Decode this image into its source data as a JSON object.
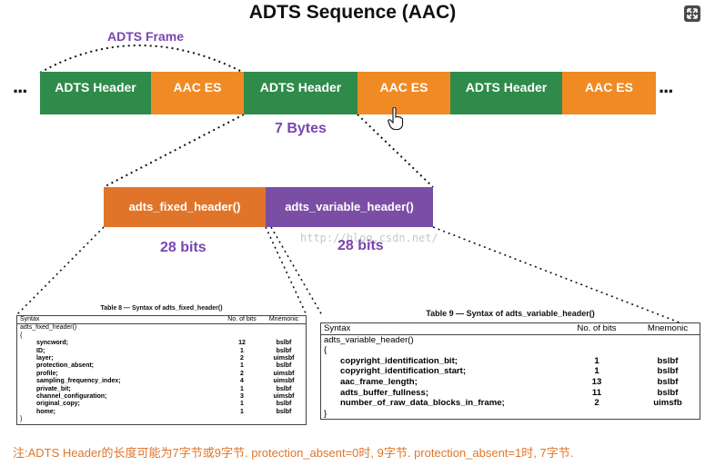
{
  "title": "ADTS Sequence (AAC)",
  "frame_label": "ADTS Frame",
  "sequence": {
    "ellipsis": "...",
    "segments": [
      "ADTS Header",
      "AAC ES",
      "ADTS Header",
      "AAC ES",
      "ADTS Header",
      "AAC ES"
    ]
  },
  "header_size_label": "7 Bytes",
  "header_parts": {
    "fixed": "adts_fixed_header()",
    "variable": "adts_variable_header()",
    "fixed_bits": "28 bits",
    "variable_bits": "28 bits"
  },
  "watermark": "http://blog.csdn.net/",
  "table8": {
    "caption": "Table 8 — Syntax of adts_fixed_header()",
    "headers": [
      "Syntax",
      "No. of bits",
      "Mnemonic"
    ],
    "func": "adts_fixed_header()",
    "open": "{",
    "close": "}",
    "rows": [
      [
        "syncword;",
        "12",
        "bslbf"
      ],
      [
        "ID;",
        "1",
        "bslbf"
      ],
      [
        "layer;",
        "2",
        "uimsbf"
      ],
      [
        "protection_absent;",
        "1",
        "bslbf"
      ],
      [
        "profile;",
        "2",
        "uimsbf"
      ],
      [
        "sampling_frequency_index;",
        "4",
        "uimsbf"
      ],
      [
        "private_bit;",
        "1",
        "bslbf"
      ],
      [
        "channel_configuration;",
        "3",
        "uimsbf"
      ],
      [
        "original_copy;",
        "1",
        "bslbf"
      ],
      [
        "home;",
        "1",
        "bslbf"
      ]
    ]
  },
  "table9": {
    "caption": "Table 9 — Syntax of adts_variable_header()",
    "headers": [
      "Syntax",
      "No. of bits",
      "Mnemonic"
    ],
    "func": "adts_variable_header()",
    "open": "{",
    "close": "}",
    "rows": [
      [
        "copyright_identification_bit;",
        "1",
        "bslbf"
      ],
      [
        "copyright_identification_start;",
        "1",
        "bslbf"
      ],
      [
        "aac_frame_length;",
        "13",
        "bslbf"
      ],
      [
        "adts_buffer_fullness;",
        "11",
        "bslbf"
      ],
      [
        "number_of_raw_data_blocks_in_frame;",
        "2",
        "uimsfb"
      ]
    ]
  },
  "footnote": "注:ADTS Header的长度可能为7字节或9字节. protection_absent=0时, 9字节. protection_absent=1时, 7字节.",
  "icons": {
    "expand": "expand-icon",
    "cursor": "hand-cursor-icon"
  },
  "colors": {
    "green": "#2e8b4a",
    "orange": "#f08a24",
    "purple": "#7b4ea6",
    "fixed_orange": "#e0752a"
  }
}
